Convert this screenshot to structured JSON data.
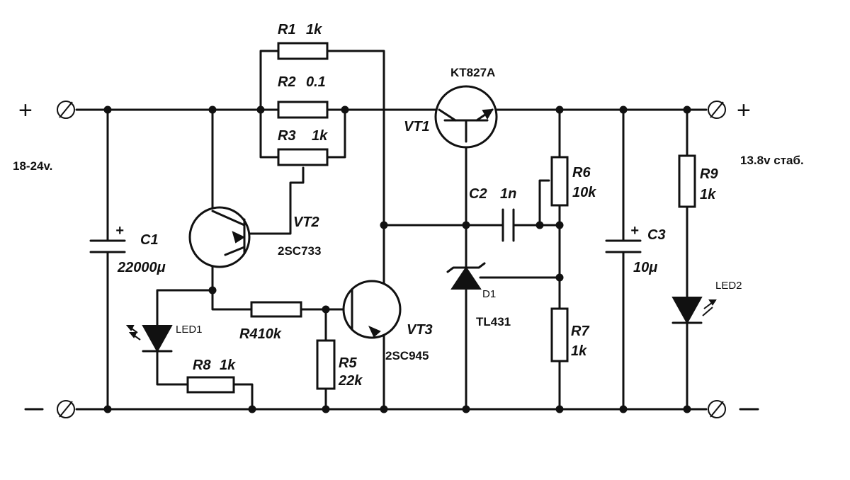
{
  "terminals": {
    "plus_left": "+",
    "plus_right": "+",
    "minus_left": "—",
    "minus_right": "—",
    "input_voltage": "18-24v.",
    "output_voltage": "13.8v стаб."
  },
  "components": {
    "R1": "R1",
    "R1_value": "1k",
    "R2": "R2",
    "R2_value": "0.1",
    "R3": "R3",
    "R3_value": "1k",
    "R4": "R410k",
    "R5": "R5",
    "R5_value": "22k",
    "R6": "R6",
    "R6_value": "10k",
    "R7": "R7",
    "R7_value": "1k",
    "R8": "R8",
    "R8_value": "1k",
    "R9": "R9",
    "R9_value": "1k",
    "C1": "C1",
    "C1_value": "22000μ",
    "C2": "C2",
    "C2_value": "1n",
    "C3": "C3",
    "C3_value": "10μ",
    "VT1": "VT1",
    "VT1_part": "KT827A",
    "VT2": "VT2",
    "VT2_part": "2SC733",
    "VT3": "VT3",
    "VT3_part": "2SC945",
    "D1": "D1",
    "D1_part": "TL431",
    "LED1": "LED1",
    "LED2": "LED2",
    "polarity_plus": "+"
  }
}
